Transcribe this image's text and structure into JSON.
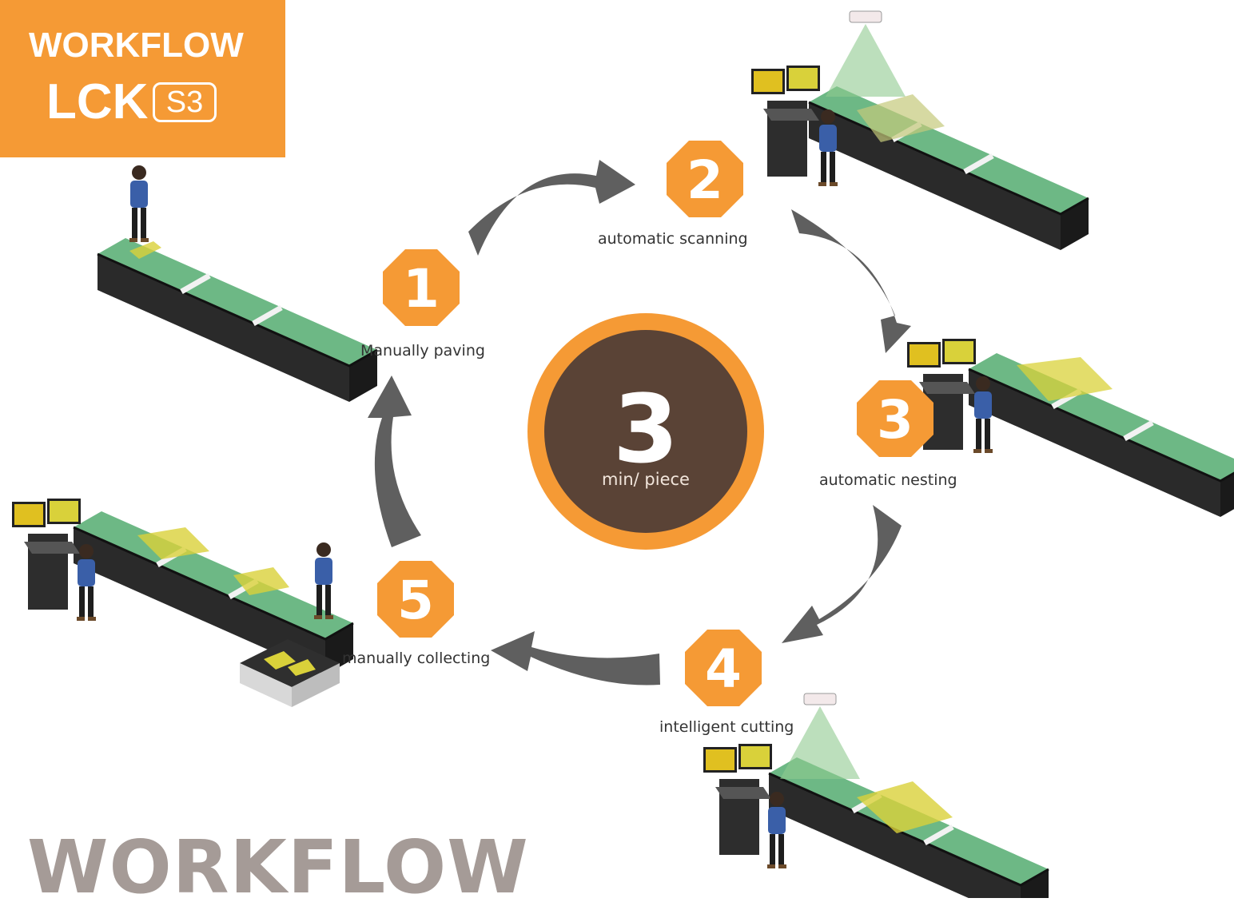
{
  "badge": {
    "title": "WORKFLOW",
    "model": "LCK",
    "suffix": "S3"
  },
  "center": {
    "number": "3",
    "unit": "min/ piece"
  },
  "steps": [
    {
      "number": "1",
      "label": "Manually paving"
    },
    {
      "number": "2",
      "label": "automatic scanning"
    },
    {
      "number": "3",
      "label": "automatic nesting"
    },
    {
      "number": "4",
      "label": "intelligent cutting"
    },
    {
      "number": "5",
      "label": "manually collecting"
    }
  ],
  "footer_title": "WORKFLOW",
  "colors": {
    "accent_orange": "#F59A35",
    "center_fill": "#5A4336",
    "arrow_gray": "#5F5F5F",
    "table_green": "#6DB885",
    "table_body": "#2A2A2A",
    "worker_blue": "#3A5FA8",
    "fabric_yellow": "#D9D13A",
    "footer_text": "#A59B97"
  },
  "icons": [
    "octagon-step-icon",
    "cycle-arrow-icon",
    "cutting-table-icon",
    "worker-icon",
    "monitor-icon",
    "projector-icon"
  ]
}
